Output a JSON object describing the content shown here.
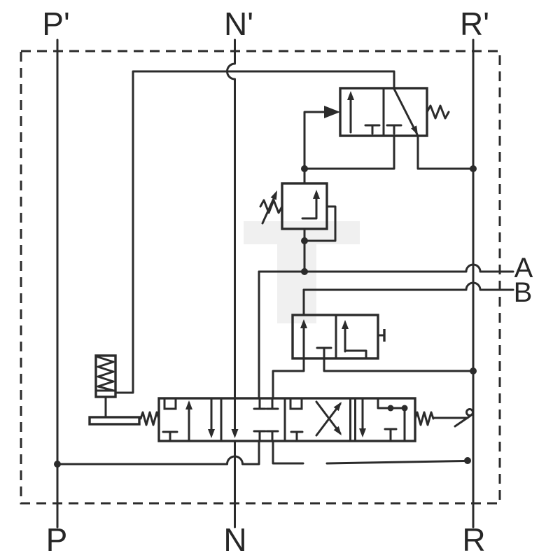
{
  "diagram": {
    "type": "hydraulic-control-valve-schematic",
    "line_color": "#2b2b2b",
    "background_color": "#ffffff",
    "watermark_color": "#f0f0f0",
    "ports": {
      "p_prime": "P'",
      "n_prime": "N'",
      "r_prime": "R'",
      "a": "A",
      "b": "B",
      "p": "P",
      "n": "N",
      "r": "R"
    },
    "components": [
      {
        "name": "pilot-operated-3-2-valve",
        "position": "top-right"
      },
      {
        "name": "adjustable-pressure-relief-valve",
        "position": "center"
      },
      {
        "name": "pilot-check-valve-2-position",
        "position": "center-right"
      },
      {
        "name": "main-directional-spool-valve",
        "position": "bottom-center"
      },
      {
        "name": "spring-detent-assembly",
        "position": "left"
      },
      {
        "name": "hand-lever",
        "position": "bottom-left"
      },
      {
        "name": "kick-out-lever-roller",
        "position": "bottom-right"
      }
    ]
  }
}
